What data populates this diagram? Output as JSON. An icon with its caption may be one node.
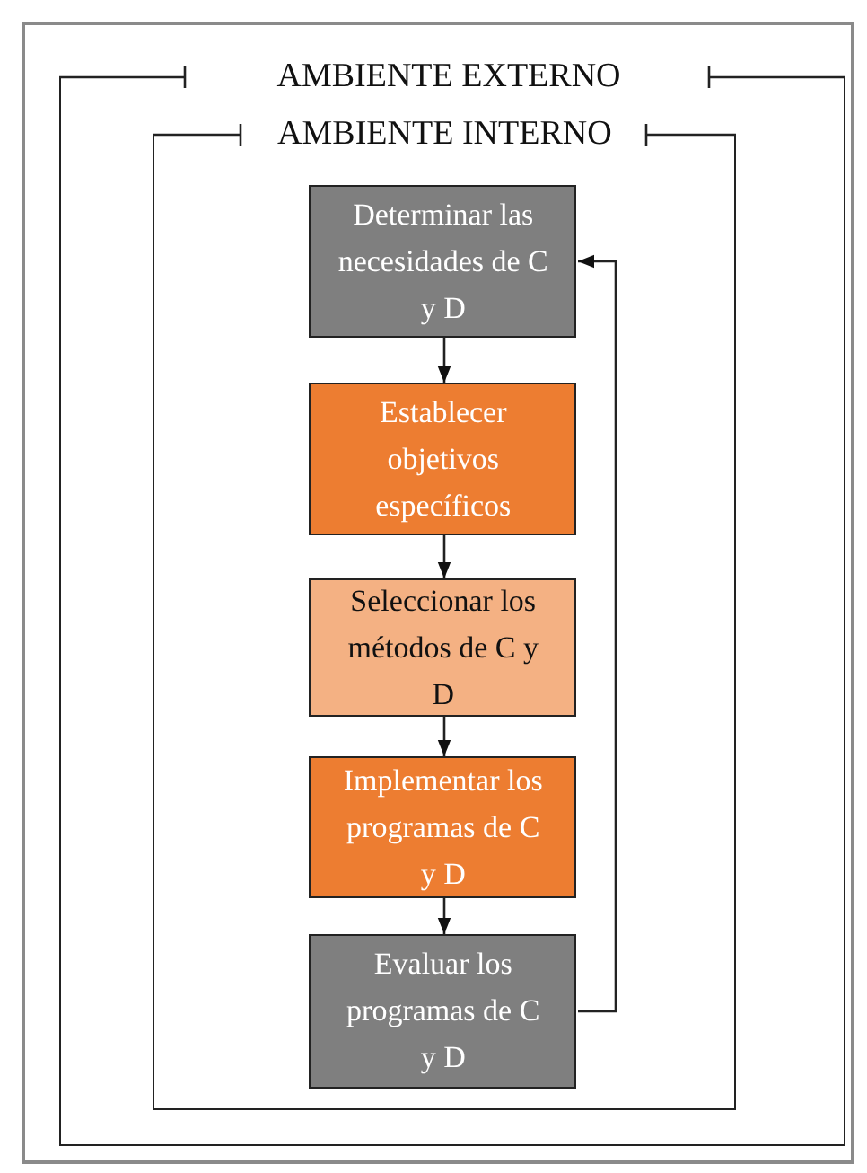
{
  "diagram": {
    "nodes": [
      {
        "text": [
          "AMBIENTE EXTERNO"
        ]
      },
      {
        "text": [
          "AMBIENTE INTERNO"
        ],
        "in": 0
      },
      {
        "text": [
          "Determinar las necesidades de C y D"
        ],
        "in": 1
      },
      {
        "text": [
          "Establecer objetivos específicos"
        ],
        "in": 1
      },
      {
        "text": [
          "Seleccionar los métodos de C y D"
        ],
        "in": 1
      },
      {
        "text": [
          "Implementar los programas de C y D"
        ],
        "in": 1
      },
      {
        "text": [
          "Evaluar los programas de C y D"
        ],
        "in": 1
      }
    ],
    "edges": [
      {
        "from": 2,
        "to": 3,
        "arrow": "to"
      },
      {
        "from": 3,
        "to": 4,
        "arrow": "to"
      },
      {
        "from": 4,
        "to": 5,
        "arrow": "to"
      },
      {
        "from": 5,
        "to": 6,
        "arrow": "to"
      },
      {
        "from": 6,
        "to": 2,
        "arrow": "to"
      }
    ]
  }
}
